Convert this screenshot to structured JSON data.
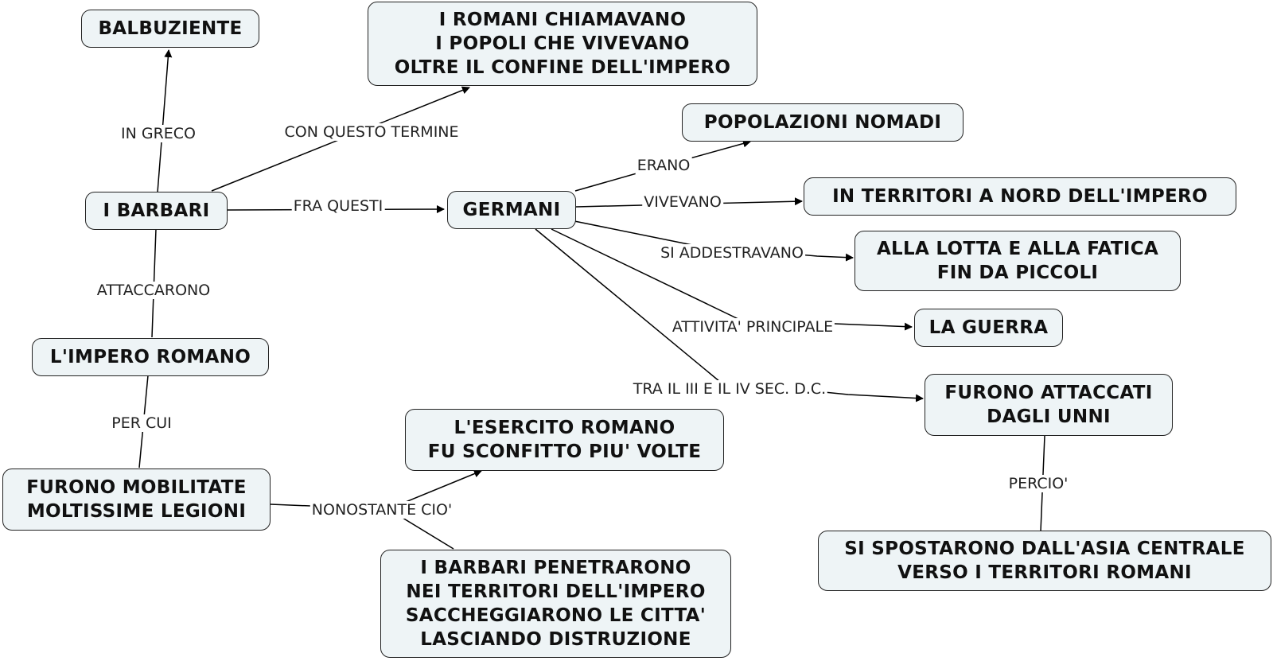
{
  "nodes": {
    "balbuziente": "BALBUZIENTE",
    "romani_chiamavano": "I ROMANI CHIAMAVANO\nI POPOLI CHE VIVEVANO\nOLTRE IL CONFINE DELL'IMPERO",
    "popolazioni_nomadi": "POPOLAZIONI NOMADI",
    "i_barbari": "I BARBARI",
    "germani": "GERMANI",
    "territori_nord": "IN TERRITORI A NORD DELL'IMPERO",
    "lotta_fatica": "ALLA LOTTA E ALLA FATICA\nFIN DA PICCOLI",
    "la_guerra": "LA GUERRA",
    "impero_romano": "L'IMPERO ROMANO",
    "attaccati_unni": "FURONO ATTACCATI\nDAGLI UNNI",
    "esercito_sconfitto": "L'ESERCITO ROMANO\nFU SCONFITTO PIU' VOLTE",
    "mobilitate_legioni": "FURONO MOBILITATE\nMOLTISSIME LEGIONI",
    "spostarono_asia": "SI SPOSTARONO DALL'ASIA CENTRALE\nVERSO I TERRITORI ROMANI",
    "barbari_penetrarono": "I BARBARI PENETRARONO\nNEI TERRITORI DELL'IMPERO\nSACCHEGGIARONO LE CITTA'\nLASCIANDO DISTRUZIONE"
  },
  "links": {
    "in_greco": "IN GRECO",
    "con_questo_termine": "CON QUESTO TERMINE",
    "fra_questi": "FRA QUESTI",
    "attaccarono": "ATTACCARONO",
    "per_cui": "PER CUI",
    "nonostante_cio": "NONOSTANTE CIO'",
    "erano": "ERANO",
    "vivevano": "VIVEVANO",
    "si_addestravano": "SI ADDESTRAVANO",
    "attivita_principale": "ATTIVITA' PRINCIPALE",
    "tra_il_iii": "TRA IL III E IL IV SEC. D.C.",
    "percio": "PERCIO'"
  }
}
